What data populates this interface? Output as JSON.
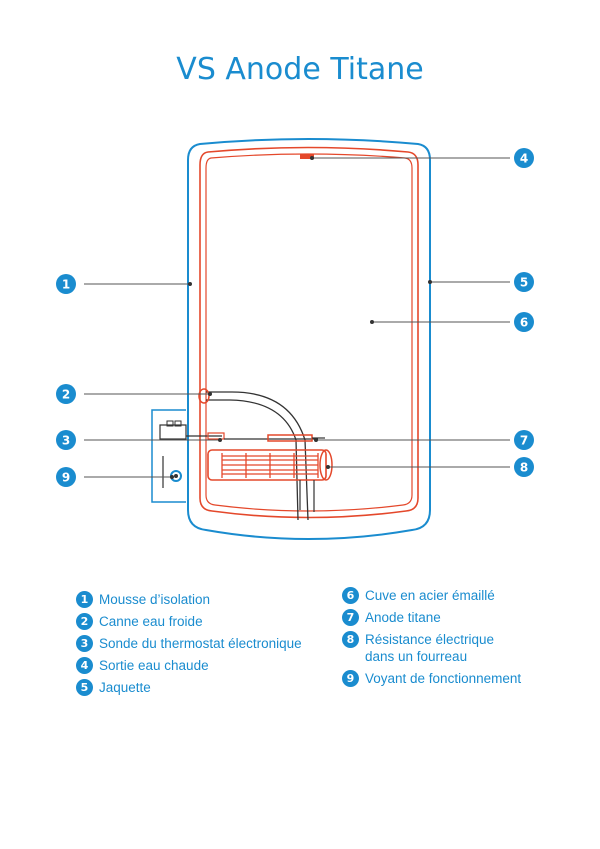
{
  "title": "VS Anode Titane",
  "colors": {
    "accent": "#1a8ccf",
    "tank": "#e4482b",
    "outline": "#333333"
  },
  "markers": [
    "1",
    "2",
    "3",
    "4",
    "5",
    "6",
    "7",
    "8",
    "9"
  ],
  "legend": [
    {
      "num": "1",
      "label": "Mousse d’isolation"
    },
    {
      "num": "2",
      "label": "Canne eau froide"
    },
    {
      "num": "3",
      "label": "Sonde du thermostat électronique"
    },
    {
      "num": "4",
      "label": "Sortie eau chaude"
    },
    {
      "num": "5",
      "label": "Jaquette"
    },
    {
      "num": "6",
      "label": "Cuve en acier émaillé"
    },
    {
      "num": "7",
      "label": "Anode titane"
    },
    {
      "num": "8",
      "label": "Résistance électrique\ndans un fourreau"
    },
    {
      "num": "9",
      "label": "Voyant de fonctionnement"
    }
  ]
}
